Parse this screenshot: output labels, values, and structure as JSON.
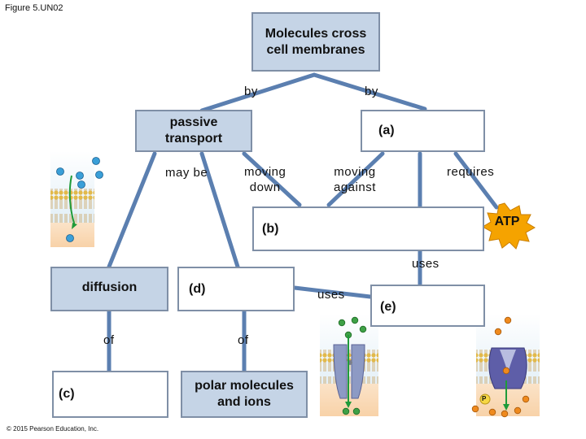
{
  "figure_label": "Figure 5.UN02",
  "copyright": "© 2015 Pearson Education, Inc.",
  "nodes": {
    "root": "Molecules cross\ncell membranes",
    "passive": "passive\ntransport",
    "a": "(a)",
    "b": "(b)",
    "atp": "ATP",
    "diffusion": "diffusion",
    "d": "(d)",
    "e": "(e)",
    "c": "(c)",
    "polar": "polar molecules\nand ions",
    "p_label": "P"
  },
  "links": {
    "by_left": "by",
    "by_right": "by",
    "may_be": "may be",
    "moving_down": "moving\ndown",
    "moving_against": "moving\nagainst",
    "requires": "requires",
    "uses_top": "uses",
    "uses_mid": "uses",
    "of_left": "of",
    "of_right": "of"
  },
  "colors": {
    "connector": "#5b7fb0",
    "box_fill": "#c5d4e6",
    "box_border": "#7f8fa6",
    "atp": "#f5a300"
  }
}
